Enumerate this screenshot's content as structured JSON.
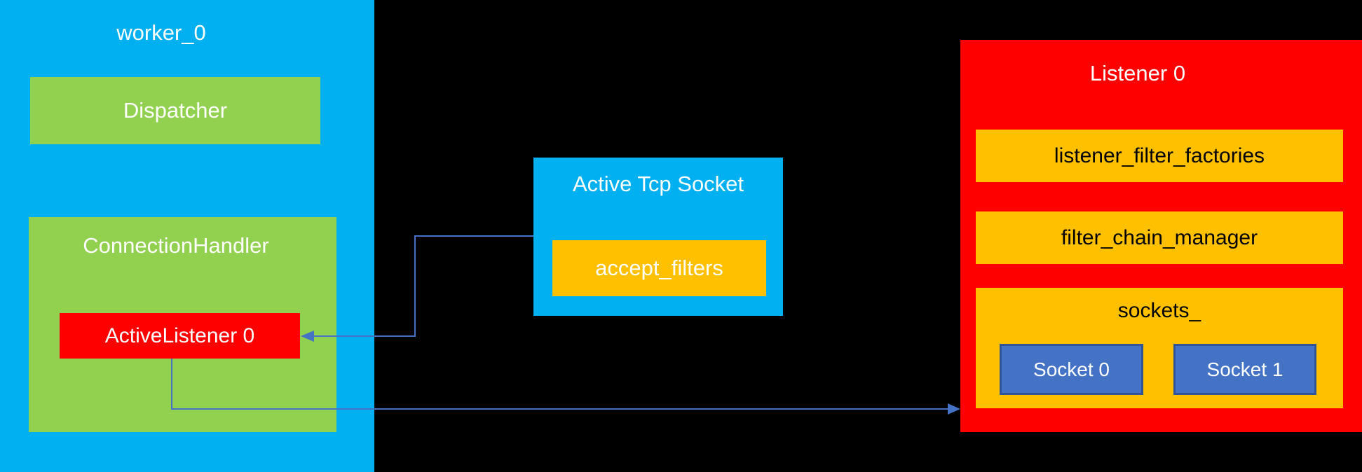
{
  "colors": {
    "canvas-bg": "#000000",
    "cyan": "#00B0F0",
    "green": "#92D050",
    "red": "#FF0000",
    "gold": "#FFC000",
    "socket-fill": "#4472C4",
    "socket-border": "#2F5597",
    "connector": "#4472C4",
    "text-light": "#FFFFFF",
    "text-dark": "#000000"
  },
  "worker": {
    "title": "worker_0",
    "dispatcher": "Dispatcher",
    "connection_handler": "ConnectionHandler",
    "active_listener": "ActiveListener 0"
  },
  "tcp_socket": {
    "title": "Active Tcp Socket",
    "accept_filters": "accept_filters"
  },
  "listener": {
    "title": "Listener 0",
    "filter_factories": "listener_filter_factories",
    "filter_chain_manager": "filter_chain_manager",
    "sockets_label": "sockets_",
    "sockets": [
      "Socket 0",
      "Socket 1"
    ]
  },
  "connectors": [
    {
      "from": "Active Tcp Socket",
      "to": "ActiveListener 0",
      "arrow": "left"
    },
    {
      "from": "ActiveListener 0",
      "to": "Listener 0",
      "arrow": "right"
    }
  ]
}
